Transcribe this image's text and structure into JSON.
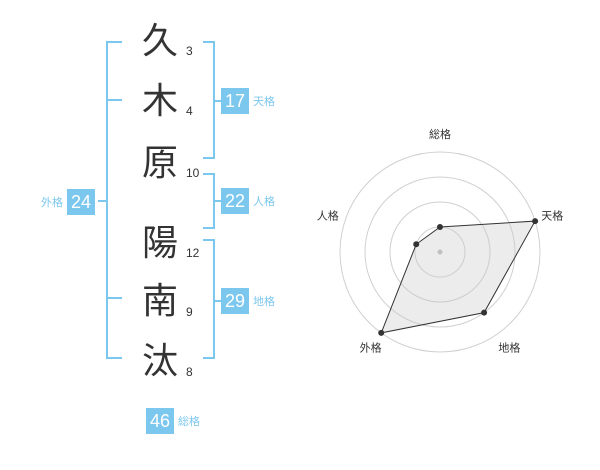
{
  "name": {
    "characters": [
      {
        "char": "久",
        "strokes": "3"
      },
      {
        "char": "木",
        "strokes": "4"
      },
      {
        "char": "原",
        "strokes": "10"
      },
      {
        "char": "陽",
        "strokes": "12"
      },
      {
        "char": "南",
        "strokes": "9"
      },
      {
        "char": "汰",
        "strokes": "8"
      }
    ]
  },
  "fortune": {
    "tenkaku": {
      "value": "17",
      "label": "天格"
    },
    "jinkaku": {
      "value": "22",
      "label": "人格"
    },
    "chikaku": {
      "value": "29",
      "label": "地格"
    },
    "gaikaku": {
      "value": "24",
      "label": "外格"
    },
    "soukaku": {
      "value": "46",
      "label": "総格"
    }
  },
  "colors": {
    "accent": "#7cc7ee",
    "text": "#333333"
  },
  "chart_data": {
    "type": "radar",
    "axes": [
      "総格",
      "天格",
      "地格",
      "外格",
      "人格"
    ],
    "rings": 4,
    "range": [
      0,
      4
    ],
    "values": [
      1,
      4,
      3,
      4,
      1
    ],
    "grid": true
  }
}
